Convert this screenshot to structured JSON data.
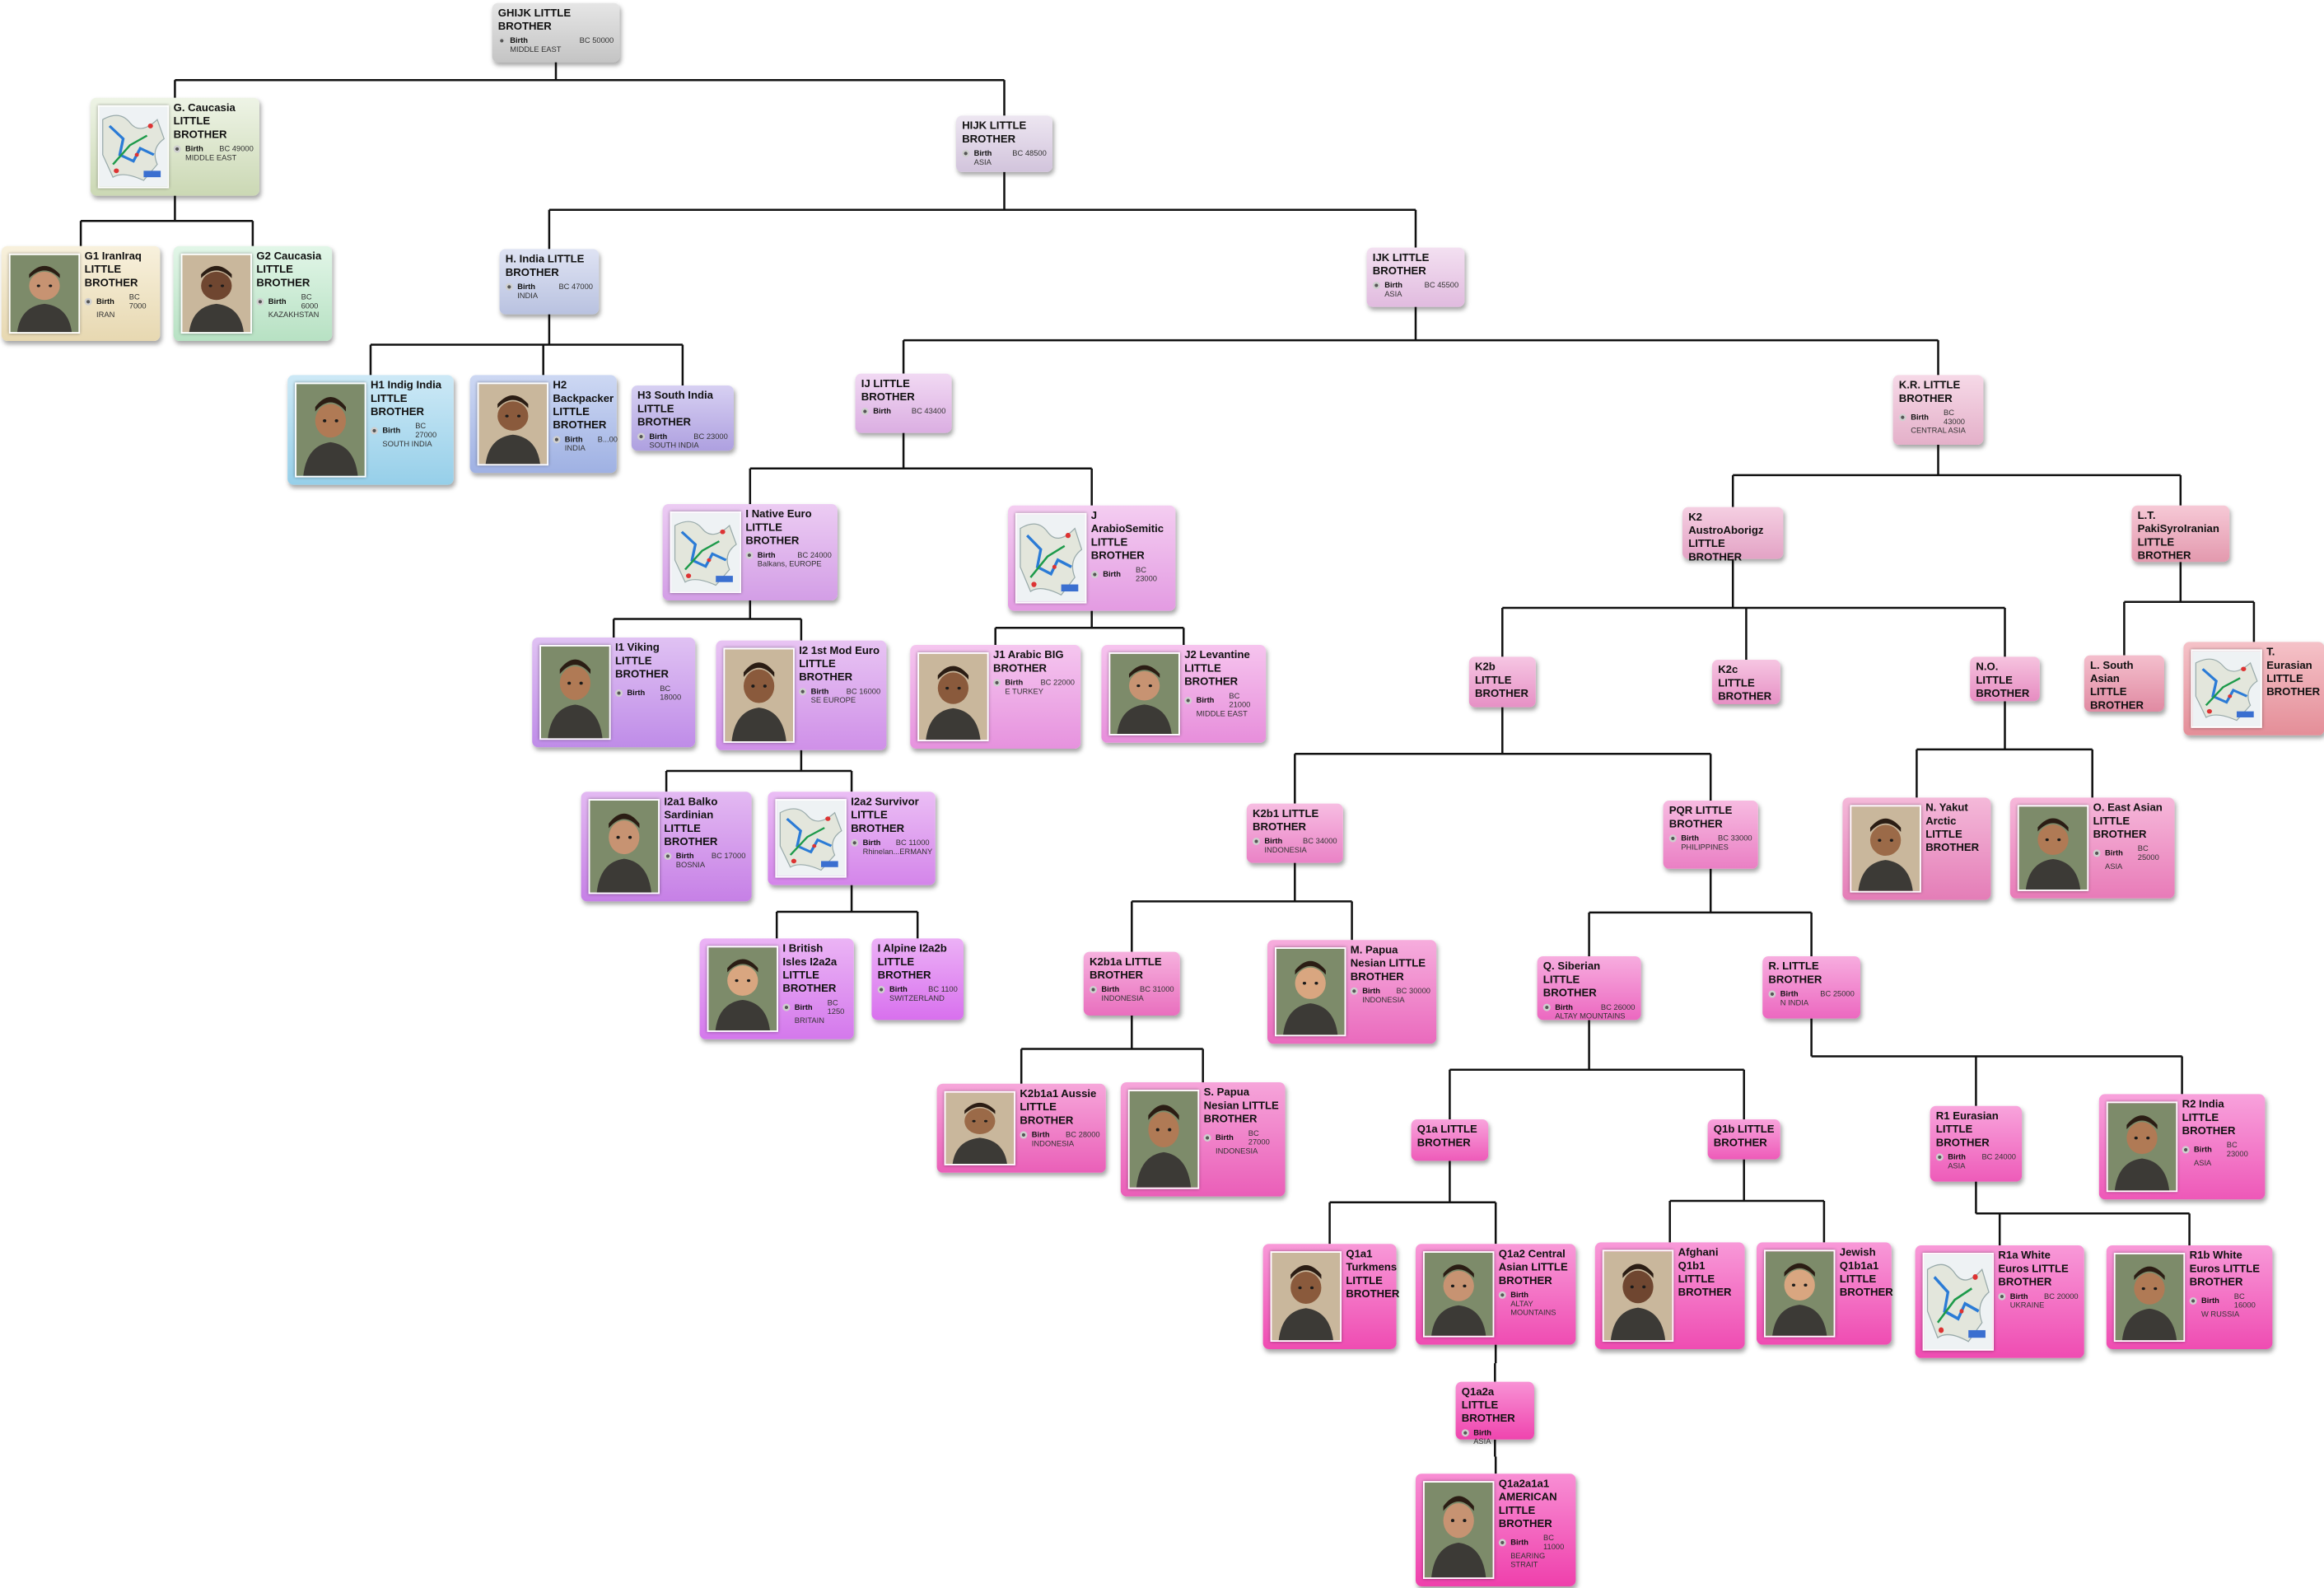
{
  "birth_label": "Birth",
  "nodes": [
    {
      "id": "ghijk",
      "name": "GHIJK LITTLE BROTHER",
      "date": "BC 50000",
      "place": "MIDDLE EAST",
      "photo": "",
      "color": [
        "#e6e6e6",
        "#c4c4c4"
      ]
    },
    {
      "id": "g",
      "name": "G. Caucasia LITTLE BROTHER",
      "date": "BC 49000",
      "place": "MIDDLE EAST",
      "photo": "map",
      "color": [
        "#eef4e6",
        "#cbd8b4"
      ]
    },
    {
      "id": "g1",
      "name": "G1 IranIraq LITTLE BROTHER",
      "date": "BC 7000",
      "place": "IRAN",
      "photo": "person",
      "color": [
        "#f8f1dd",
        "#e7d8b1"
      ]
    },
    {
      "id": "g2",
      "name": "G2 Caucasia LITTLE BROTHER",
      "date": "BC 6000",
      "place": "KAZAKHSTAN",
      "photo": "person",
      "color": [
        "#e2f6e8",
        "#b7e1c3"
      ]
    },
    {
      "id": "hijk",
      "name": "HIJK LITTLE BROTHER",
      "date": "BC 48500",
      "place": "ASIA",
      "photo": "",
      "color": [
        "#ede6f1",
        "#d2c4dc"
      ]
    },
    {
      "id": "h",
      "name": "H. India LITTLE BROTHER",
      "date": "BC 47000",
      "place": "INDIA",
      "photo": "",
      "color": [
        "#dfe3f3",
        "#b9c2e0"
      ]
    },
    {
      "id": "h1",
      "name": "H1 Indig India LITTLE BROTHER",
      "date": "BC 27000",
      "place": "SOUTH INDIA",
      "photo": "person",
      "color": [
        "#cde9f6",
        "#96cfe9"
      ]
    },
    {
      "id": "h2",
      "name": "H2 Backpacker LITTLE BROTHER",
      "date": "B...00",
      "place": "INDIA",
      "photo": "person",
      "color": [
        "#cdd8f3",
        "#9fb1e3"
      ]
    },
    {
      "id": "h3",
      "name": "H3 South India LITTLE BROTHER",
      "date": "BC 23000",
      "place": "SOUTH INDIA",
      "photo": "",
      "color": [
        "#d7d0f2",
        "#aea0e0"
      ]
    },
    {
      "id": "ijk",
      "name": "IJK LITTLE BROTHER",
      "date": "BC 45500",
      "place": "ASIA",
      "photo": "",
      "color": [
        "#f3e0f1",
        "#e1bbdf"
      ]
    },
    {
      "id": "ij",
      "name": "IJ LITTLE BROTHER",
      "date": "BC 43400",
      "place": "",
      "photo": "",
      "color": [
        "#f1d9f3",
        "#dbaee2"
      ]
    },
    {
      "id": "i",
      "name": "I Native Euro LITTLE BROTHER",
      "date": "BC 24000",
      "place": "Balkans, EUROPE",
      "photo": "map",
      "color": [
        "#ecccf3",
        "#d39ee6"
      ]
    },
    {
      "id": "i1",
      "name": "I1 Viking LITTLE BROTHER",
      "date": "BC 18000",
      "place": "",
      "photo": "person",
      "color": [
        "#e0c2f3",
        "#bf8ce8"
      ]
    },
    {
      "id": "i2",
      "name": "I2 1st Mod Euro LITTLE BROTHER",
      "date": "BC 16000",
      "place": "SE EUROPE",
      "photo": "person",
      "color": [
        "#e8c4f3",
        "#cf90e8"
      ]
    },
    {
      "id": "i2a1",
      "name": "I2a1 Balko Sardinian LITTLE BROTHER",
      "date": "BC 17000",
      "place": "BOSNIA",
      "photo": "person",
      "color": [
        "#e3b9f2",
        "#c680e6"
      ]
    },
    {
      "id": "i2a2",
      "name": "I2a2 Survivor LITTLE BROTHER",
      "date": "BC 11000",
      "place": "Rhinelan...ERMANY",
      "photo": "map",
      "color": [
        "#ebbef5",
        "#d485ea"
      ]
    },
    {
      "id": "ibrit",
      "name": "I British Isles I2a2a LITTLE BROTHER",
      "date": "BC 1250",
      "place": "BRITAIN",
      "photo": "person",
      "color": [
        "#ebb4f5",
        "#d478ec"
      ]
    },
    {
      "id": "ialp",
      "name": "I Alpine I2a2b LITTLE BROTHER",
      "date": "BC 1100",
      "place": "SWITZERLAND",
      "photo": "",
      "color": [
        "#ecb1f6",
        "#d870ee"
      ]
    },
    {
      "id": "j",
      "name": "J ArabioSemitic LITTLE BROTHER",
      "date": "BC 23000",
      "place": "",
      "photo": "map",
      "color": [
        "#f4cdf1",
        "#e39be2"
      ]
    },
    {
      "id": "j1",
      "name": "J1 Arabic BIG BROTHER",
      "date": "BC 22000",
      "place": "E TURKEY",
      "photo": "person",
      "color": [
        "#f5c6ef",
        "#e692de"
      ]
    },
    {
      "id": "j2",
      "name": "J2 Levantine LITTLE BROTHER",
      "date": "BC 21000",
      "place": "MIDDLE EAST",
      "photo": "person",
      "color": [
        "#f6c4ee",
        "#e78edb"
      ]
    },
    {
      "id": "kr",
      "name": "K.R. LITTLE BROTHER",
      "date": "BC 43000",
      "place": "CENTRAL ASIA",
      "photo": "",
      "color": [
        "#f6d9e7",
        "#e4b0c9"
      ]
    },
    {
      "id": "k2",
      "name": "K2 AustroAborigz LITTLE BROTHER",
      "date": "",
      "place": "",
      "photo": "",
      "color": [
        "#f5cfe2",
        "#e3a3c5"
      ]
    },
    {
      "id": "lt",
      "name": "L.T. PakiSyroIranian LITTLE BROTHER",
      "date": "",
      "place": "",
      "photo": "",
      "color": [
        "#f6c9d6",
        "#e399ae"
      ]
    },
    {
      "id": "ls",
      "name": "L. South Asian LITTLE BROTHER",
      "date": "",
      "place": "",
      "photo": "",
      "color": [
        "#f4bfcd",
        "#e08aa2"
      ]
    },
    {
      "id": "t",
      "name": "T. Eurasian LITTLE BROTHER",
      "date": "",
      "place": "",
      "photo": "map",
      "color": [
        "#f5c2c8",
        "#e48e98"
      ]
    },
    {
      "id": "k2b",
      "name": "K2b LITTLE BROTHER",
      "date": "",
      "place": "",
      "photo": "",
      "color": [
        "#f6c6e3",
        "#e690c5"
      ]
    },
    {
      "id": "k2c",
      "name": "K2c LITTLE BROTHER",
      "date": "",
      "place": "",
      "photo": "",
      "color": [
        "#f6c6e2",
        "#e690c4"
      ]
    },
    {
      "id": "no",
      "name": "N.O. LITTLE BROTHER",
      "date": "",
      "place": "",
      "photo": "",
      "color": [
        "#f6c3df",
        "#e68cc1"
      ]
    },
    {
      "id": "nyak",
      "name": "N. Yakut Arctic LITTLE BROTHER",
      "date": "",
      "place": "",
      "photo": "person",
      "color": [
        "#f4b9d9",
        "#e47db7"
      ]
    },
    {
      "id": "oea",
      "name": "O. East Asian LITTLE BROTHER",
      "date": "BC 25000",
      "place": "ASIA",
      "photo": "person",
      "color": [
        "#f6b8da",
        "#e87bb8"
      ]
    },
    {
      "id": "k2b1",
      "name": "K2b1 LITTLE BROTHER",
      "date": "BC 34000",
      "place": "INDONESIA",
      "photo": "",
      "color": [
        "#f7bde2",
        "#ea82c6"
      ]
    },
    {
      "id": "pqr",
      "name": "PQR LITTLE BROTHER",
      "date": "BC 33000",
      "place": "PHILIPPINES",
      "photo": "",
      "color": [
        "#f7bbe1",
        "#ea7fc4"
      ]
    },
    {
      "id": "k2b1a",
      "name": "K2b1a LITTLE BROTHER",
      "date": "BC 31000",
      "place": "INDONESIA",
      "photo": "",
      "color": [
        "#f6b1de",
        "#e96fbe"
      ]
    },
    {
      "id": "mpap",
      "name": "M. Papua Nesian LITTLE BROTHER",
      "date": "BC 30000",
      "place": "INDONESIA",
      "photo": "person",
      "color": [
        "#f6addd",
        "#ea6abd"
      ]
    },
    {
      "id": "aus",
      "name": "K2b1a1 Aussie LITTLE BROTHER",
      "date": "BC 28000",
      "place": "INDONESIA",
      "photo": "person",
      "color": [
        "#f6a6da",
        "#ea5fb8"
      ]
    },
    {
      "id": "spap",
      "name": "S. Papua Nesian LITTLE BROTHER",
      "date": "BC 27000",
      "place": "INDONESIA",
      "photo": "person",
      "color": [
        "#f6a5da",
        "#ea5eb8"
      ]
    },
    {
      "id": "q",
      "name": "Q. Siberian LITTLE BROTHER",
      "date": "BC 26000",
      "place": "ALTAY MOUNTAINS",
      "photo": "",
      "color": [
        "#f7addf",
        "#ec68c0"
      ]
    },
    {
      "id": "r",
      "name": "R. LITTLE BROTHER",
      "date": "BC 25000",
      "place": "N INDIA",
      "photo": "",
      "color": [
        "#f7addf",
        "#ec68c0"
      ]
    },
    {
      "id": "q1a",
      "name": "Q1a LITTLE BROTHER",
      "date": "",
      "place": "",
      "photo": "",
      "color": [
        "#f8a4dc",
        "#ee5bb9"
      ]
    },
    {
      "id": "q1b",
      "name": "Q1b LITTLE BROTHER",
      "date": "",
      "place": "",
      "photo": "",
      "color": [
        "#f8a4dc",
        "#ee5bb9"
      ]
    },
    {
      "id": "r1",
      "name": "R1 Eurasian LITTLE BROTHER",
      "date": "BC 24000",
      "place": "ASIA",
      "photo": "",
      "color": [
        "#f8a4dc",
        "#ee5bb9"
      ]
    },
    {
      "id": "r2",
      "name": "R2 India LITTLE BROTHER",
      "date": "BC 23000",
      "place": "ASIA",
      "photo": "person",
      "color": [
        "#f8a2dc",
        "#ee58b8"
      ]
    },
    {
      "id": "q1a1",
      "name": "Q1a1 Turkmens LITTLE BROTHER",
      "date": "",
      "place": "",
      "photo": "person",
      "color": [
        "#f899d8",
        "#ef4cb2"
      ]
    },
    {
      "id": "q1a2",
      "name": "Q1a2 Central Asian LITTLE BROTHER",
      "date": "",
      "place": "ALTAY MOUNTAINS",
      "photo": "person",
      "color": [
        "#f899d8",
        "#ef4cb2"
      ]
    },
    {
      "id": "afg",
      "name": "Afghani Q1b1 LITTLE BROTHER",
      "date": "",
      "place": "",
      "photo": "person",
      "color": [
        "#f899d8",
        "#ef4cb2"
      ]
    },
    {
      "id": "jew",
      "name": "Jewish Q1b1a1 LITTLE BROTHER",
      "date": "",
      "place": "",
      "photo": "person",
      "color": [
        "#f899d8",
        "#ef4cb2"
      ]
    },
    {
      "id": "r1a",
      "name": "R1a White Euros LITTLE BROTHER",
      "date": "BC 20000",
      "place": "UKRAINE",
      "photo": "map",
      "color": [
        "#f899d8",
        "#ef4cb2"
      ]
    },
    {
      "id": "r1b",
      "name": "R1b White Euros LITTLE BROTHER",
      "date": "BC 16000",
      "place": "W RUSSIA",
      "photo": "person",
      "color": [
        "#f899d8",
        "#ef4cb2"
      ]
    },
    {
      "id": "q1a2a",
      "name": "Q1a2a LITTLE BROTHER",
      "date": "",
      "place": "ASIA",
      "photo": "",
      "color": [
        "#f892d5",
        "#ef44ae"
      ]
    },
    {
      "id": "amer",
      "name": "Q1a2a1a1 AMERICAN LITTLE BROTHER",
      "date": "BC 11000",
      "place": "BEARING STRAIT",
      "photo": "person",
      "color": [
        "#f88ed4",
        "#ef40ac"
      ]
    }
  ]
}
